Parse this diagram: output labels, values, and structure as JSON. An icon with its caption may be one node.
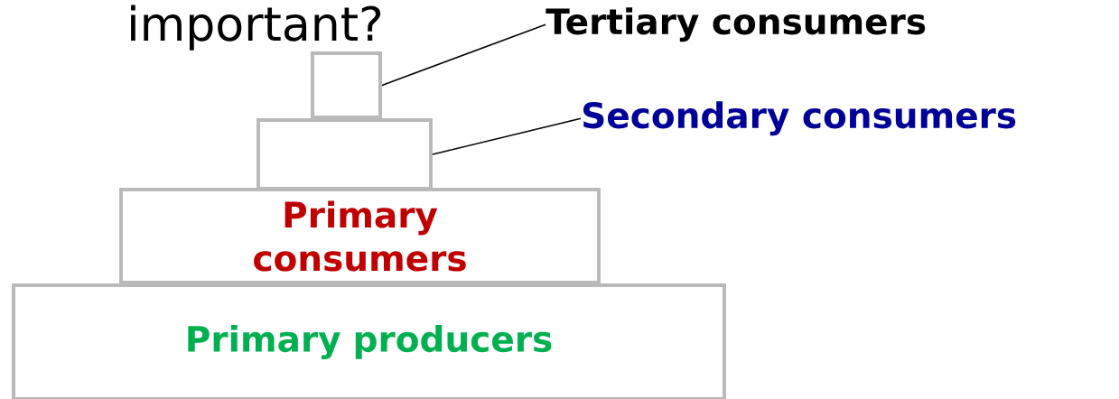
{
  "diagram": {
    "nodes": [
      {
        "text": [
          "Tertiary consumers"
        ]
      },
      {
        "text": [],
        "shape": "box"
      },
      {
        "text": [
          "Secondary consumers"
        ]
      },
      {
        "text": [],
        "shape": "box"
      },
      {
        "text": [
          "Primary consumers"
        ]
      },
      {
        "text": [
          "Primary producers"
        ]
      }
    ],
    "edges": [
      {
        "from": 0,
        "to": 1,
        "arrow": "none"
      },
      {
        "from": 2,
        "to": 3,
        "arrow": "none"
      }
    ],
    "labels": [
      "important?"
    ]
  }
}
